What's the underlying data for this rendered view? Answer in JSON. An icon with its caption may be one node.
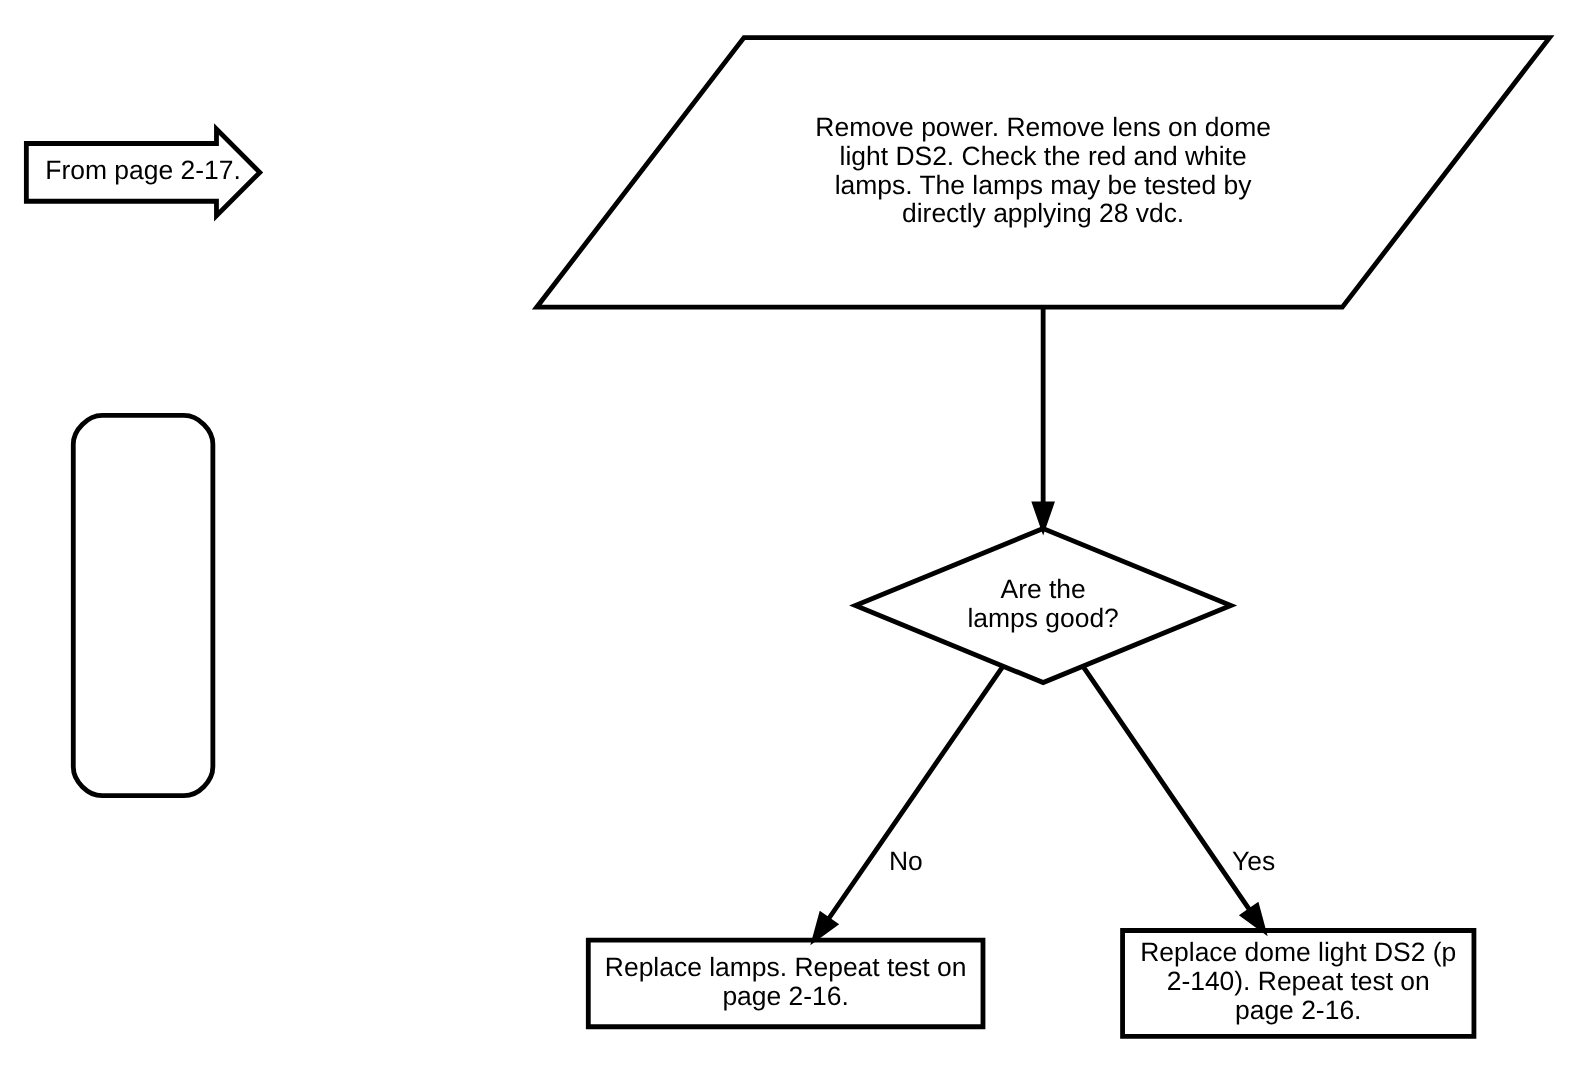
{
  "diagram": {
    "nodes": [
      {
        "text": [
          "From page 2-17."
        ]
      },
      {
        "text": [
          "Remove power. Remove lens on dome light DS2. Check the red and white lamps. The lamps may be tested by directly applying 28 vdc."
        ]
      },
      {
        "text": [
          "Are the lamps good?"
        ]
      },
      {
        "text": [
          "Replace lamps. Repeat test on page 2-16."
        ]
      },
      {
        "text": [
          "Replace dome light DS2 (p 2-140). Repeat test on page 2-16."
        ]
      },
      {
        "text": [],
        "shape": "box"
      }
    ],
    "edges": [
      {
        "from": 1,
        "to": 2,
        "arrow": "to"
      },
      {
        "from": 2,
        "to": 3,
        "label": "No",
        "arrow": "to"
      },
      {
        "from": 2,
        "to": 4,
        "label": "Yes",
        "arrow": "to"
      }
    ]
  }
}
